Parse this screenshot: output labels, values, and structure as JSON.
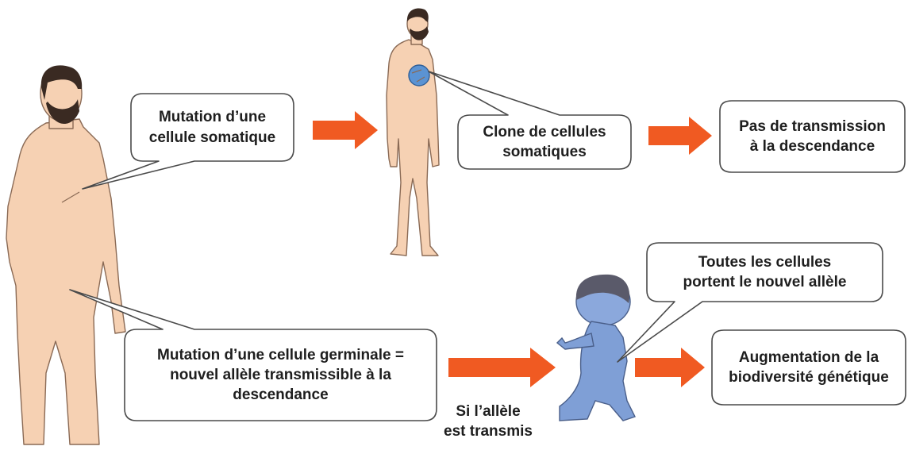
{
  "colors": {
    "arrow": "#f05a22",
    "skin": "#f6d1b3",
    "skin_outline": "#8a6a55",
    "hair": "#3a2a22",
    "baby": "#7f9fd6",
    "baby_hair": "#5a5a6a",
    "cell_clone": "#5b93d3",
    "bubble_border": "#4a4a4a",
    "bubble_fill": "#ffffff"
  },
  "bubbles": {
    "somatic_mutation": [
      "Mutation d’une",
      "cellule somatique"
    ],
    "clone": [
      "Clone de cellules",
      "somatiques"
    ],
    "no_transmission": [
      "Pas de transmission",
      "à la descendance"
    ],
    "germinal_mutation": [
      "Mutation d’une cellule germinale =",
      "nouvel allèle transmissible à la",
      "descendance"
    ],
    "all_cells": [
      "Toutes les cellules",
      "portent le nouvel allèle"
    ],
    "biodiversity": [
      "Augmentation de la",
      "biodiversité génétique"
    ]
  },
  "arrow_label": [
    "Si l’allèle",
    "est transmis"
  ],
  "icons": {
    "adult": "adult-man-icon",
    "small_adult": "man-with-clone-icon",
    "baby": "baby-icon"
  }
}
